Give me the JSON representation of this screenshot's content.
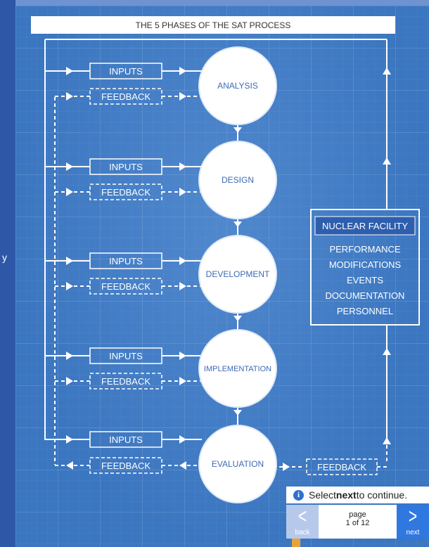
{
  "diagram": {
    "title": "THE 5 PHASES OF THE SAT PROCESS",
    "phases": [
      "ANALYSIS",
      "DESIGN",
      "DEVELOPMENT",
      "IMPLEMENTATION",
      "EVALUATION"
    ],
    "inputs_label": "INPUTS",
    "feedback_label": "FEEDBACK",
    "facility": {
      "title": "NUCLEAR FACILITY",
      "items": [
        "PERFORMANCE",
        "MODIFICATIONS",
        "EVENTS",
        "DOCUMENTATION",
        "PERSONNEL"
      ]
    }
  },
  "left_glyph": "y",
  "nav": {
    "hint_pre": "Select ",
    "hint_bold": "next",
    "hint_post": " to continue.",
    "back_label": "back",
    "next_label": "next",
    "page_label": "page",
    "page_count": "1 of 12"
  },
  "colors": {
    "board": "#3b76c0",
    "line": "#ffffff",
    "next_button": "#2f78e0",
    "back_button": "#b7c9ea"
  }
}
